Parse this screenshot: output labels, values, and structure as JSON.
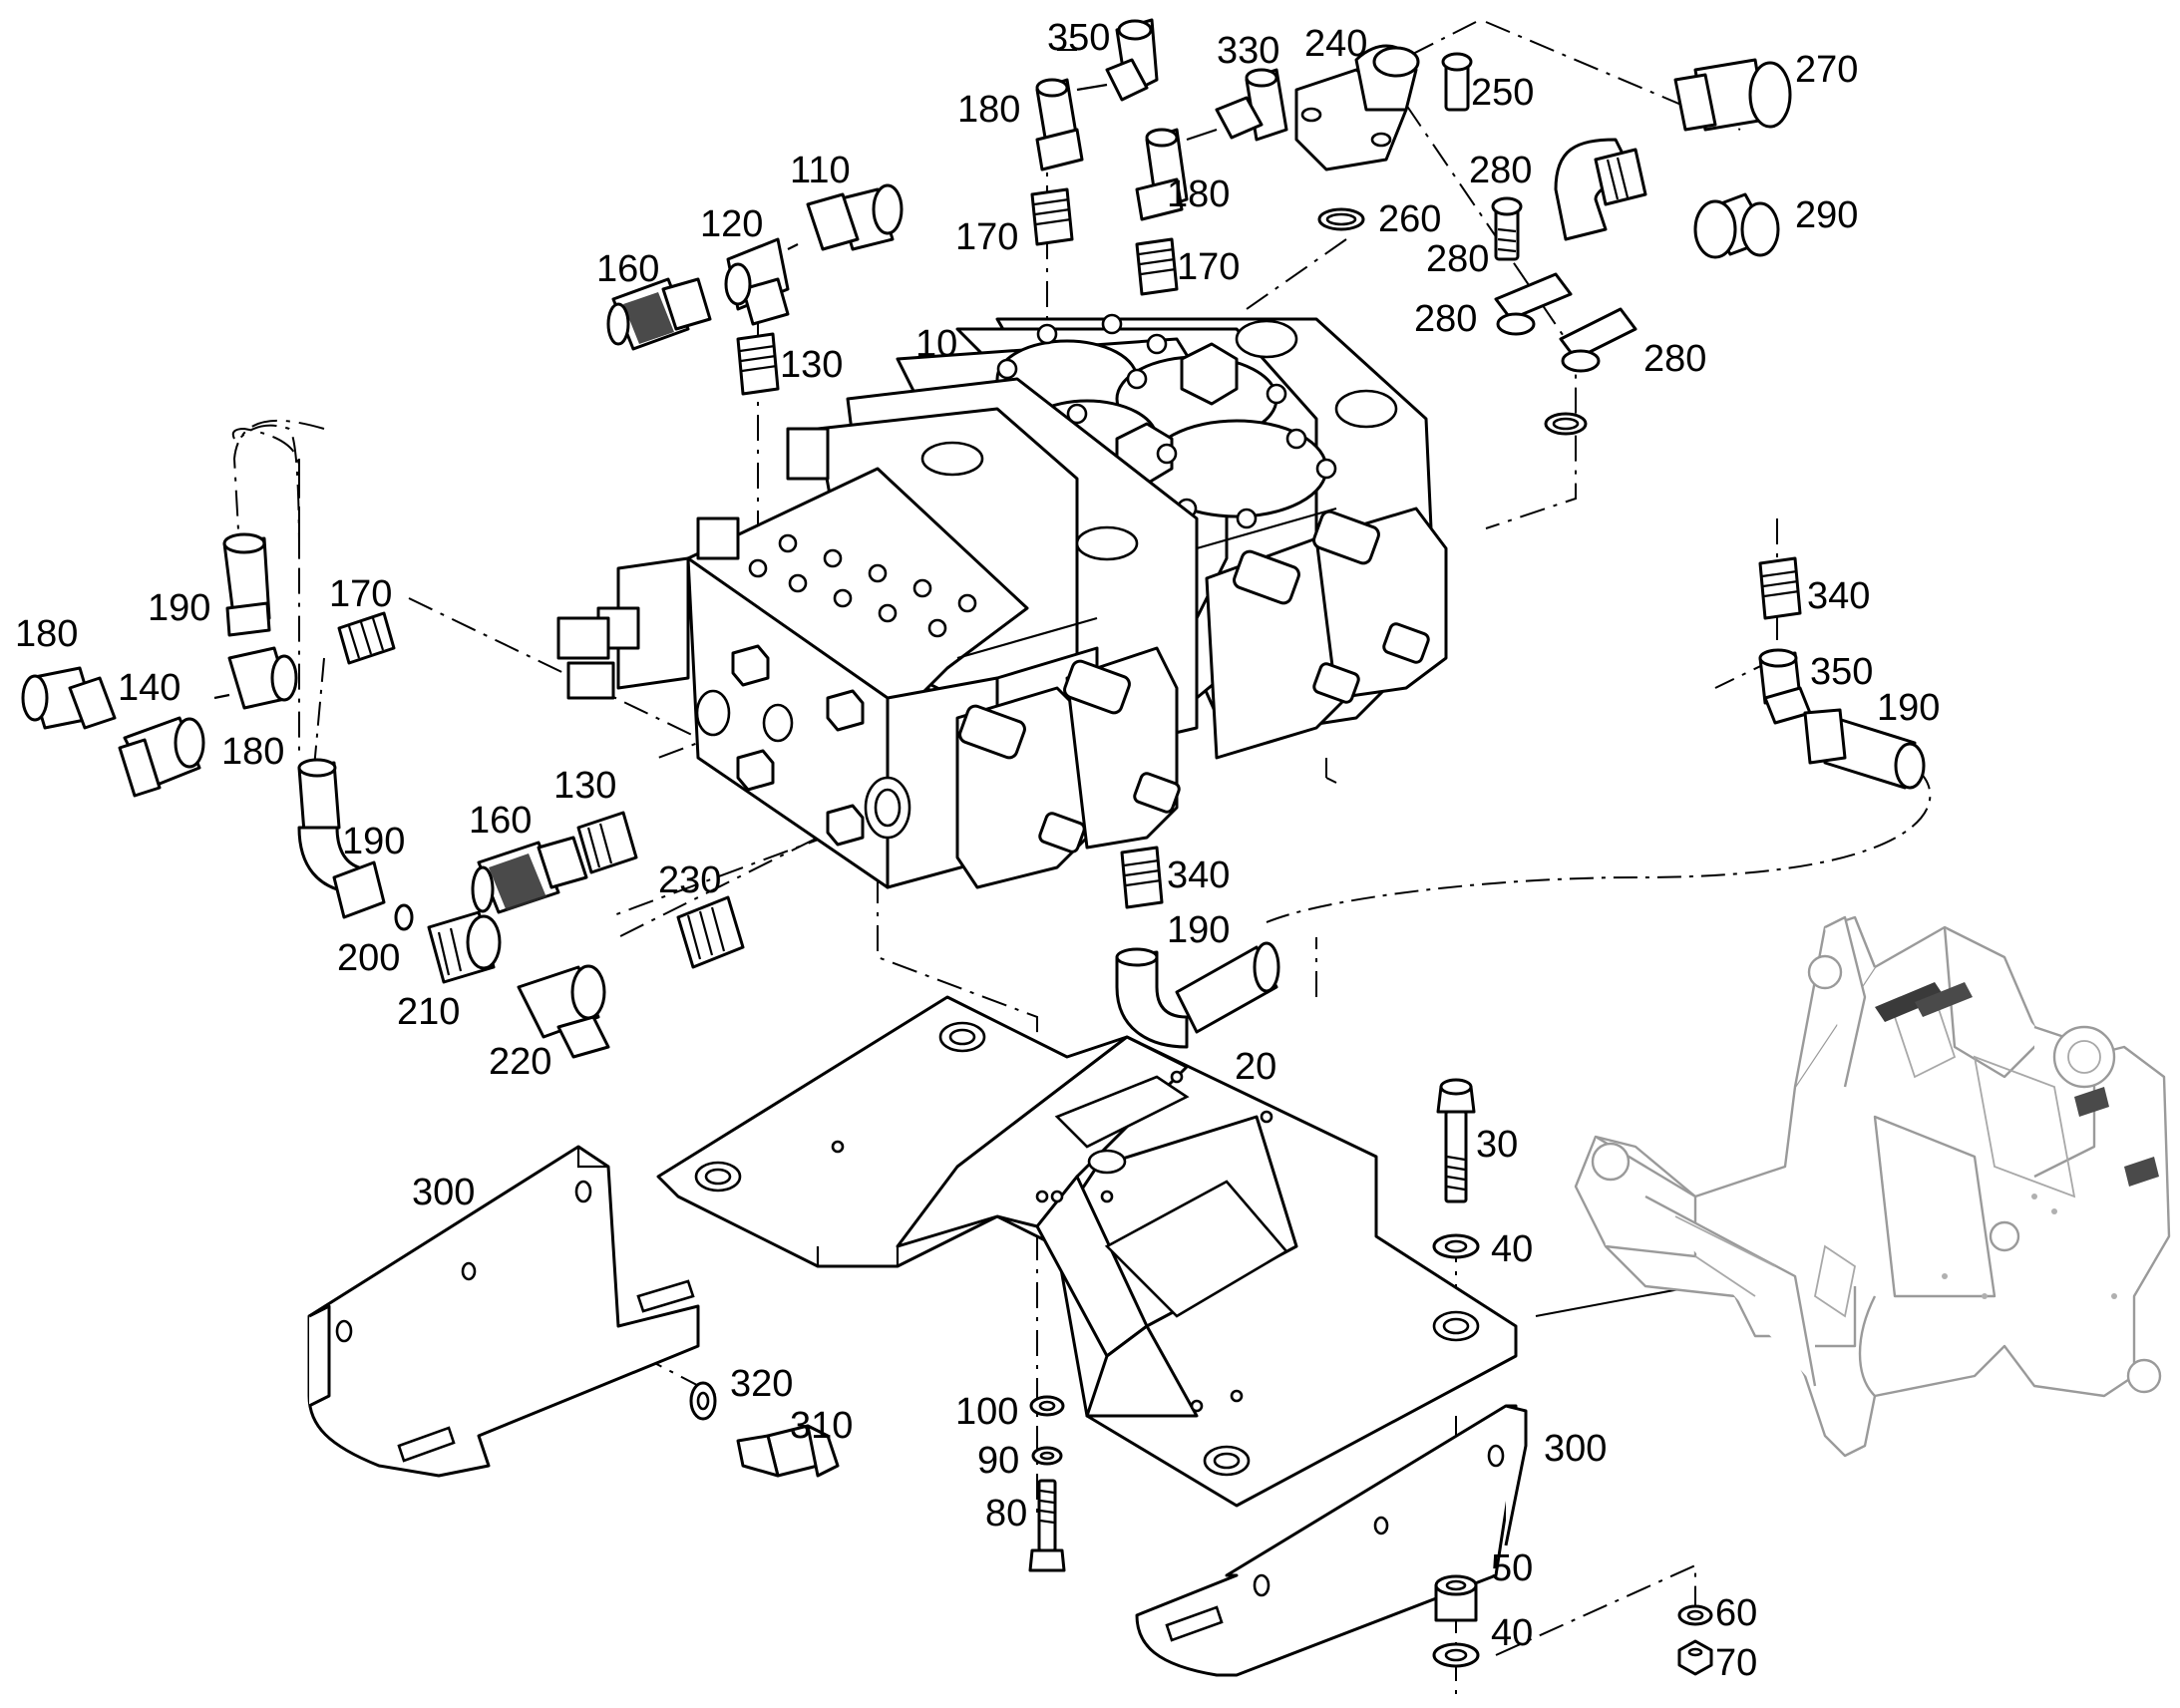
{
  "figure": {
    "callouts": [
      {
        "id": "c350a",
        "text": "350"
      },
      {
        "id": "c330",
        "text": "330"
      },
      {
        "id": "c240",
        "text": "240"
      },
      {
        "id": "c250",
        "text": "250"
      },
      {
        "id": "c270",
        "text": "270"
      },
      {
        "id": "c180a",
        "text": "180"
      },
      {
        "id": "c180b",
        "text": "180"
      },
      {
        "id": "c280a",
        "text": "280"
      },
      {
        "id": "c110",
        "text": "110"
      },
      {
        "id": "c290",
        "text": "290"
      },
      {
        "id": "c120",
        "text": "120"
      },
      {
        "id": "c260",
        "text": "260"
      },
      {
        "id": "c170a",
        "text": "170"
      },
      {
        "id": "c170b",
        "text": "170"
      },
      {
        "id": "c280b",
        "text": "280"
      },
      {
        "id": "c160a",
        "text": "160"
      },
      {
        "id": "c280c",
        "text": "280"
      },
      {
        "id": "c10",
        "text": "10"
      },
      {
        "id": "c280d",
        "text": "280"
      },
      {
        "id": "c130a",
        "text": "130"
      },
      {
        "id": "c340a",
        "text": "340"
      },
      {
        "id": "c190a",
        "text": "190"
      },
      {
        "id": "c170c",
        "text": "170"
      },
      {
        "id": "c180c",
        "text": "180"
      },
      {
        "id": "c350b",
        "text": "350"
      },
      {
        "id": "c140",
        "text": "140"
      },
      {
        "id": "c190b",
        "text": "190"
      },
      {
        "id": "c180d",
        "text": "180"
      },
      {
        "id": "c160b",
        "text": "160"
      },
      {
        "id": "c130b",
        "text": "130"
      },
      {
        "id": "c190c",
        "text": "190"
      },
      {
        "id": "c230",
        "text": "230"
      },
      {
        "id": "c340b",
        "text": "340"
      },
      {
        "id": "c200",
        "text": "200"
      },
      {
        "id": "c190d",
        "text": "190"
      },
      {
        "id": "c210",
        "text": "210"
      },
      {
        "id": "c220",
        "text": "220"
      },
      {
        "id": "c20",
        "text": "20"
      },
      {
        "id": "c300a",
        "text": "300"
      },
      {
        "id": "c30",
        "text": "30"
      },
      {
        "id": "c40a",
        "text": "40"
      },
      {
        "id": "c320",
        "text": "320"
      },
      {
        "id": "c310",
        "text": "310"
      },
      {
        "id": "c100",
        "text": "100"
      },
      {
        "id": "c300b",
        "text": "300"
      },
      {
        "id": "c90",
        "text": "90"
      },
      {
        "id": "c80",
        "text": "80"
      },
      {
        "id": "c50",
        "text": "50"
      },
      {
        "id": "c60",
        "text": "60"
      },
      {
        "id": "c40b",
        "text": "40"
      },
      {
        "id": "c70",
        "text": "70"
      }
    ]
  }
}
